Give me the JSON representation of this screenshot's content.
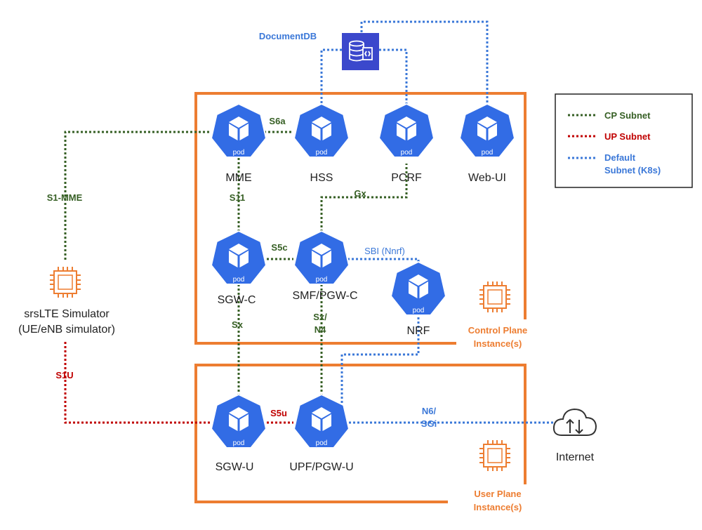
{
  "colors": {
    "cp": "#365F24",
    "up": "#C00000",
    "default": "#3B78D8",
    "instance": "#ED7D31",
    "pod": "#326CE5",
    "documentdb": "#3B48CC"
  },
  "documentdb": {
    "label": "DocumentDB",
    "icon": "documentdb-icon"
  },
  "pods": {
    "badge": "pod",
    "mme": "MME",
    "hss": "HSS",
    "pcrf": "PCRF",
    "webui": "Web-UI",
    "sgwc": "SGW-C",
    "smf": "SMF/PGW-C",
    "nrf": "NRF",
    "sgwu": "SGW-U",
    "upf": "UPF/PGW-U"
  },
  "simulator": {
    "line1": "srsLTE Simulator",
    "line2": "(UE/eNB simulator)",
    "icon": "ec2-instance-icon"
  },
  "internet": {
    "label": "Internet",
    "icon": "cloud-icon"
  },
  "links": {
    "s6a": "S6a",
    "s1mme": "S1-MME",
    "s11": "S11",
    "gx": "Gx",
    "s5c": "S5c",
    "sbi": "SBI (Nnrf)",
    "sx": "Sx",
    "sxn4_line1": "Sx/",
    "sxn4_line2": "N4",
    "s1u": "S1U",
    "s5u": "S5u",
    "n6_line1": "N6/",
    "n6_line2": "SGi"
  },
  "instances": {
    "control_line1": "Control Plane",
    "control_line2": "Instance(s)",
    "user_line1": "User Plane",
    "user_line2": "Instance(s)"
  },
  "legend": {
    "cp": "CP Subnet",
    "up": "UP Subnet",
    "default_line1": "Default",
    "default_line2": "Subnet (K8s)"
  }
}
